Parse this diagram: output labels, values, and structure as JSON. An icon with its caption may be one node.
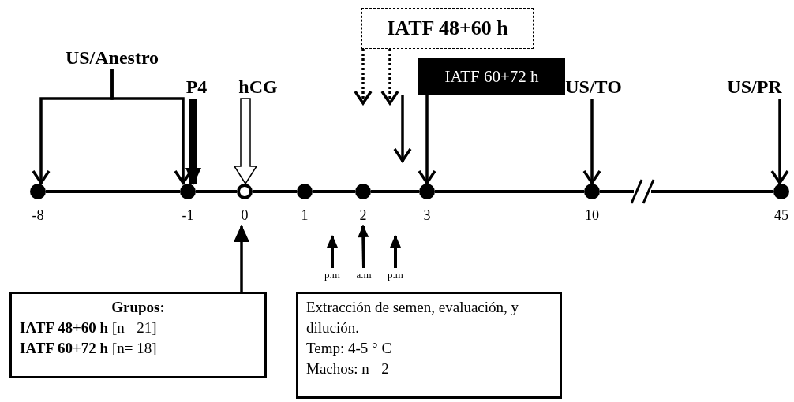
{
  "diagram": {
    "nodes": [
      {
        "text": [
          "US/Anestro"
        ]
      },
      {
        "text": [
          "P4"
        ]
      },
      {
        "text": [
          "hCG"
        ]
      },
      {
        "text": [
          "IATF 48+60 h"
        ]
      },
      {
        "text": [
          "IATF 60+72 h"
        ]
      },
      {
        "text": [
          "US/TO"
        ]
      },
      {
        "text": [
          "US/PR"
        ]
      },
      {
        "text": [],
        "shape": "circle",
        "beside": [
          "-8"
        ]
      },
      {
        "text": [],
        "shape": "circle",
        "beside": [
          "-1"
        ]
      },
      {
        "text": [],
        "shape": "circle",
        "beside": [
          "0"
        ]
      },
      {
        "text": [],
        "shape": "circle",
        "beside": [
          "1"
        ]
      },
      {
        "text": [],
        "shape": "circle",
        "beside": [
          "2"
        ]
      },
      {
        "text": [],
        "shape": "circle",
        "beside": [
          "3"
        ]
      },
      {
        "text": [],
        "shape": "circle",
        "beside": [
          "10"
        ]
      },
      {
        "text": [],
        "shape": "circle",
        "beside": [
          "45"
        ]
      },
      {
        "text": [
          "Grupos:",
          "**IATF 48+60 h** [n= 21]",
          "**IATF 60+72 h** [n= 18]"
        ]
      },
      {
        "text": [
          "Extracción de semen, evaluación, y dilución.",
          "Temp: 4-5 ° C",
          "Machos: n= 2"
        ]
      },
      {
        "text": [
          "p.m"
        ]
      },
      {
        "text": [
          "a.m"
        ]
      },
      {
        "text": [
          "p.m"
        ]
      }
    ],
    "edges": [
      {
        "from": 7,
        "to": 8,
        "arrow": "none"
      },
      {
        "from": 8,
        "to": 9,
        "arrow": "none"
      },
      {
        "from": 9,
        "to": 10,
        "arrow": "none"
      },
      {
        "from": 10,
        "to": 11,
        "arrow": "none"
      },
      {
        "from": 11,
        "to": 12,
        "arrow": "none"
      },
      {
        "from": 12,
        "to": 13,
        "arrow": "none"
      },
      {
        "from": 13,
        "to": 14,
        "arrow": "none"
      },
      {
        "from": 0,
        "to": 7,
        "arrow": "to"
      },
      {
        "from": 0,
        "to": 8,
        "arrow": "to"
      },
      {
        "from": 1,
        "to": 8,
        "arrow": "to",
        "style": "thick"
      },
      {
        "from": 2,
        "to": 9,
        "arrow": "to",
        "style": "thick"
      },
      {
        "from": 3,
        "to": null,
        "arrow": "to",
        "style": "dashed"
      },
      {
        "from": 3,
        "to": null,
        "arrow": "to",
        "style": "dashed"
      },
      {
        "from": 4,
        "to": null,
        "arrow": "to"
      },
      {
        "from": 4,
        "to": 12,
        "arrow": "to"
      },
      {
        "from": 5,
        "to": 13,
        "arrow": "to"
      },
      {
        "from": 6,
        "to": 14,
        "arrow": "to"
      },
      {
        "from": 15,
        "to": 9,
        "arrow": "to"
      },
      {
        "from": 17,
        "to": null,
        "arrow": "to"
      },
      {
        "from": 18,
        "to": 11,
        "arrow": "to"
      },
      {
        "from": 19,
        "to": null,
        "arrow": "to"
      }
    ]
  }
}
